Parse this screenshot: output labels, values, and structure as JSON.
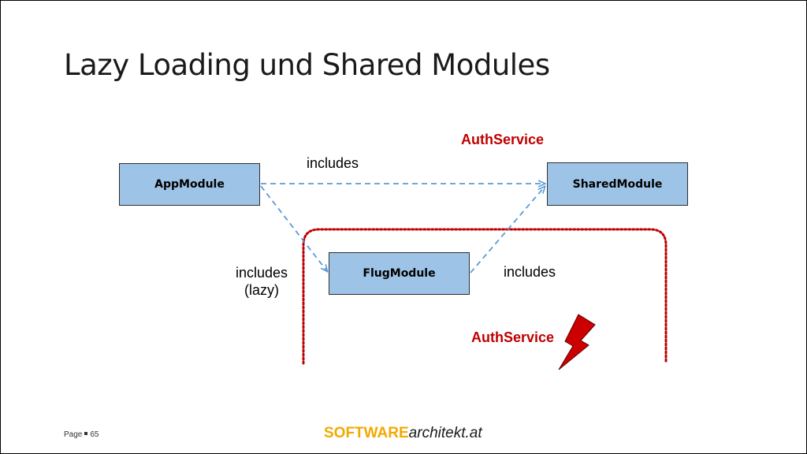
{
  "slide": {
    "title": "Lazy Loading und Shared Modules"
  },
  "diagram": {
    "nodes": {
      "app_module": "AppModule",
      "shared_module": "SharedModule",
      "flug_module": "FlugModule"
    },
    "edges": {
      "app_to_shared": "includes",
      "app_to_flug_line1": "includes",
      "app_to_flug_line2": "(lazy)",
      "flug_to_shared": "includes"
    },
    "annotations": {
      "auth_service_top": "AuthService",
      "auth_service_bottom": "AuthService"
    },
    "colors": {
      "box_fill": "#9dc3e6",
      "arrow": "#5b9bd5",
      "lazy_scope": "#c00000",
      "lightning": "#cc0000"
    },
    "icons": [
      "lightning-bolt-icon"
    ]
  },
  "footer": {
    "page_label": "Page",
    "page_number": "65",
    "brand_bold": "SOFTWARE",
    "brand_italic": "architekt.at"
  }
}
